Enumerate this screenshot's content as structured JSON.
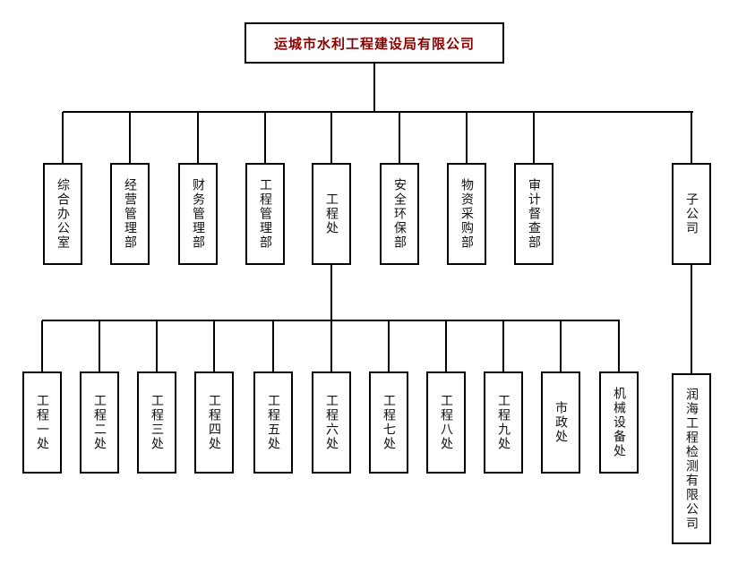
{
  "root": {
    "label": "运城市水利工程建设局有限公司"
  },
  "departments": [
    "综合办公室",
    "经营管理部",
    "财务管理部",
    "工程管理部",
    "工程处",
    "安全环保部",
    "物资采购部",
    "审计督查部",
    "子公司"
  ],
  "engineering_divisions": [
    "工程一处",
    "工程二处",
    "工程三处",
    "工程四处",
    "工程五处",
    "工程六处",
    "工程七处",
    "工程八处",
    "工程九处",
    "市政处",
    "机械设备处"
  ],
  "subsidiary": {
    "label": "润海工程检测有限公司"
  },
  "colors": {
    "title": "#8b0000",
    "line": "#000000"
  }
}
